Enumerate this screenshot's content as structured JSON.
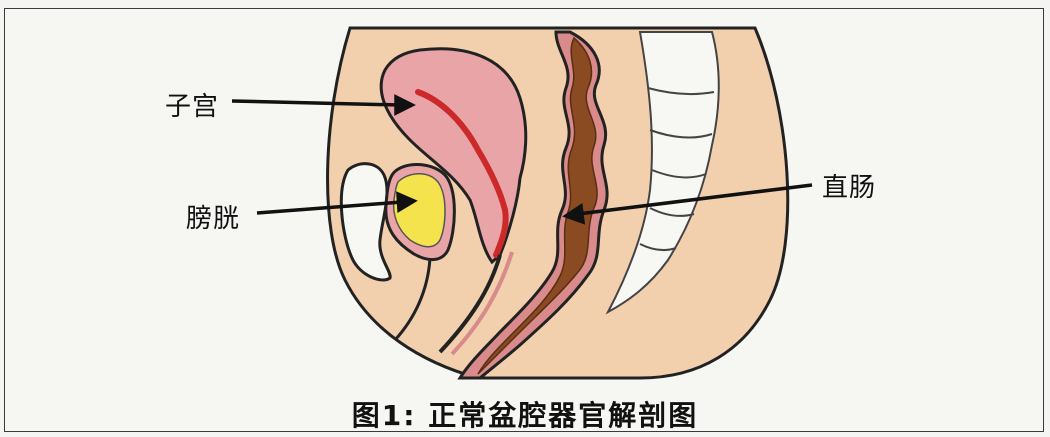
{
  "labels": {
    "uterus": "子宫",
    "bladder": "膀胱",
    "rectum": "直肠"
  },
  "caption": "图1: 正常盆腔器官解剖图",
  "colors": {
    "skin": "#f2d0ae",
    "uterus": "#e9a4a8",
    "uterus_lining": "#cc2a2a",
    "bladder": "#f4e34c",
    "rectum": "#8a4a22",
    "rectum_wall": "#d98a8a",
    "bone": "#f7f7f4",
    "outline": "#222222"
  }
}
